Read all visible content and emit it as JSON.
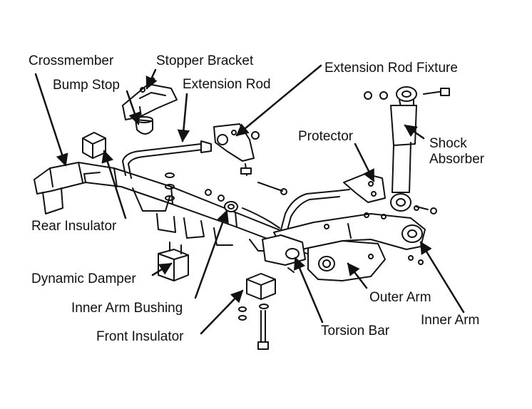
{
  "labels": {
    "crossmember": "Crossmember",
    "stopper_bracket": "Stopper Bracket",
    "bump_stop": "Bump Stop",
    "extension_rod": "Extension Rod",
    "extension_rod_fixture": "Extension Rod Fixture",
    "protector": "Protector",
    "shock_absorber_line1": "Shock",
    "shock_absorber_line2": "Absorber",
    "rear_insulator": "Rear Insulator",
    "dynamic_damper": "Dynamic Damper",
    "inner_arm_bushing": "Inner Arm Bushing",
    "front_insulator": "Front Insulator",
    "torsion_bar": "Torsion Bar",
    "outer_arm": "Outer Arm",
    "inner_arm": "Inner Arm"
  }
}
